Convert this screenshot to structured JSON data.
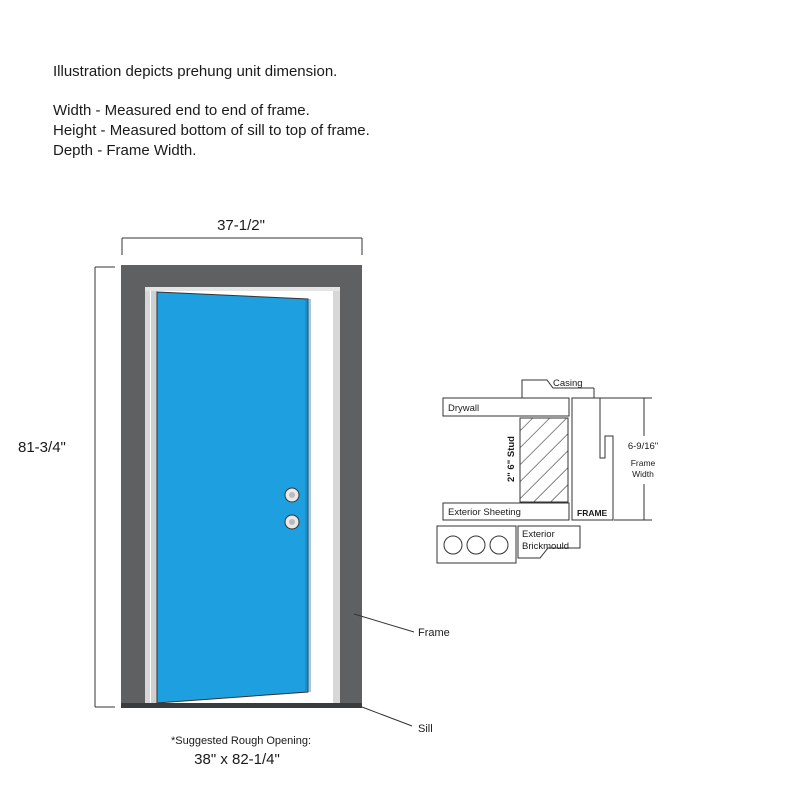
{
  "intro": {
    "caption": "Illustration depicts prehung unit dimension.",
    "width_def": "Width - Measured end to end of frame.",
    "height_def": "Height - Measured bottom of sill to top of frame.",
    "depth_def": "Depth - Frame Width."
  },
  "door": {
    "width_dim": "37-1/2\"",
    "height_dim": "81-3/4\"",
    "frame_label": "Frame",
    "sill_label": "Sill",
    "rough_opening_label": "*Suggested Rough Opening:",
    "rough_opening_value": "38\" x 82-1/4\""
  },
  "section": {
    "casing": "Casing",
    "drywall": "Drywall",
    "stud": "2\" 6\" Stud",
    "exterior_sheeting": "Exterior Sheeting",
    "frame": "FRAME",
    "brickmould_line1": "Exterior",
    "brickmould_line2": "Brickmould",
    "depth_dim": "6-9/16\"",
    "depth_label_line1": "Frame",
    "depth_label_line2": "Width"
  },
  "colors": {
    "door_blue": "#1e9fe0",
    "frame_gray": "#5f6062",
    "outline": "#333333"
  }
}
